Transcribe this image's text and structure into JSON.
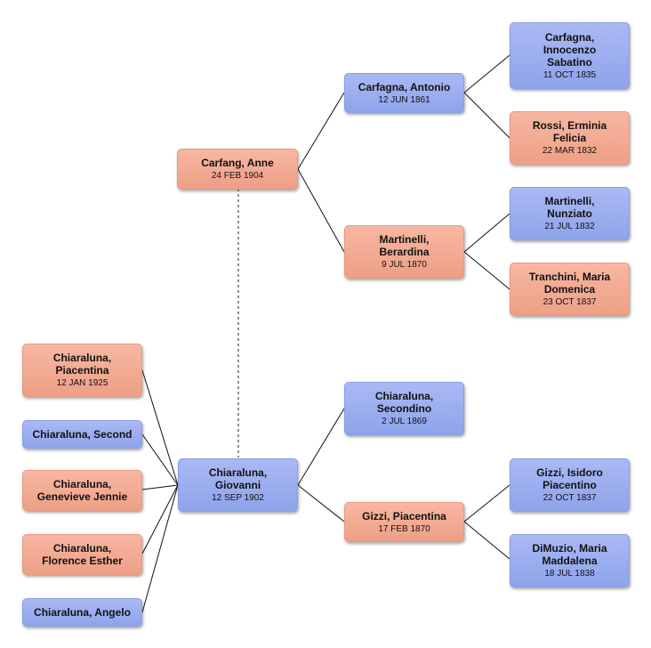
{
  "people": {
    "anne": {
      "name": "Carfang, Anne",
      "date": "24 FEB 1904"
    },
    "antonio": {
      "name": "Carfagna, Antonio",
      "date": "12 JUN 1861"
    },
    "innocenzo": {
      "name": "Carfagna, Innocenzo Sabatino",
      "date": "11 OCT 1835"
    },
    "erminia": {
      "name": "Rossi, Erminia Felicia",
      "date": "22 MAR 1832"
    },
    "berardina": {
      "name": "Martinelli, Berardina",
      "date": "9 JUL 1870"
    },
    "nunziato": {
      "name": "Martinelli, Nunziato",
      "date": "21 JUL 1832"
    },
    "domenica": {
      "name": "Tranchini, Maria Domenica",
      "date": "23 OCT 1837"
    },
    "giovanni": {
      "name": "Chiaraluna, Giovanni",
      "date": "12 SEP 1902"
    },
    "secondino": {
      "name": "Chiaraluna, Secondino",
      "date": "2 JUL 1869"
    },
    "piacentinaG": {
      "name": "Gizzi, Piacentina",
      "date": "17 FEB 1870"
    },
    "isidoro": {
      "name": "Gizzi, Isidoro Piacentino",
      "date": "22 OCT 1837"
    },
    "maddalena": {
      "name": "DiMuzio, Maria Maddalena",
      "date": "18 JUL 1838"
    },
    "piacentinaC": {
      "name": "Chiaraluna, Piacentina",
      "date": "12 JAN 1925"
    },
    "second": {
      "name": "Chiaraluna, Second",
      "date": ""
    },
    "genevieve": {
      "name": "Chiaraluna, Genevieve Jennie",
      "date": ""
    },
    "florence": {
      "name": "Chiaraluna, Florence Esther",
      "date": ""
    },
    "angelo": {
      "name": "Chiaraluna, Angelo",
      "date": ""
    }
  },
  "colors": {
    "male": "#9aacef",
    "female": "#f2a892",
    "link": "#111111",
    "spouse_link": "#555555"
  }
}
